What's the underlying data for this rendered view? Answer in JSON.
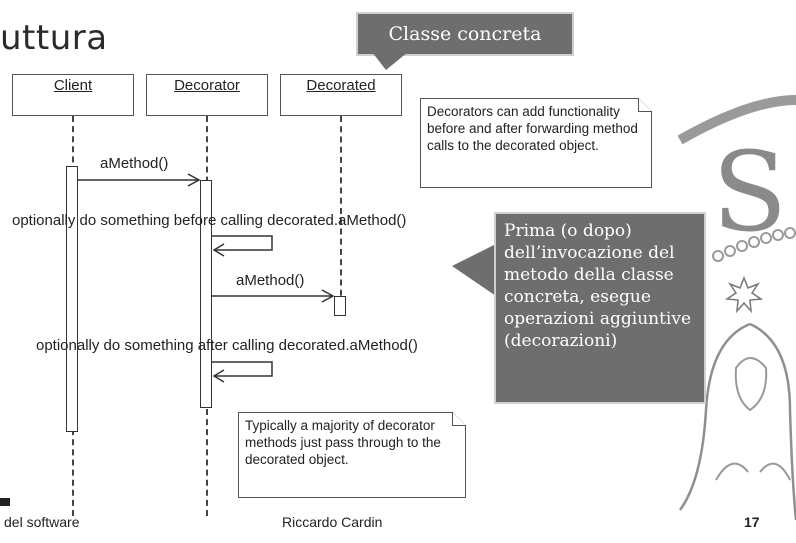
{
  "slide": {
    "title": "uttura"
  },
  "callouts": {
    "top": "Classe concreta",
    "side": "Prima (o dopo) dell’invocazione del metodo della classe concreta, esegue operazioni aggiuntive (decorazioni)"
  },
  "diagram": {
    "lifelines": [
      "Client",
      "Decorator",
      "Decorated"
    ],
    "messages": {
      "call_decorator": "aMethod()",
      "before": "optionally do something before calling decorated.aMethod()",
      "call_decorated": "aMethod()",
      "after": "optionally do something after calling decorated.aMethod()"
    },
    "notes": {
      "top": "Decorators can add functionality before and after forwarding method calls to the decorated object.",
      "bottom": "Typically a majority of decorator methods just pass through to the decorated object."
    }
  },
  "footer": {
    "left": "del software",
    "center": "Riccardo Cardin",
    "page": "17"
  }
}
